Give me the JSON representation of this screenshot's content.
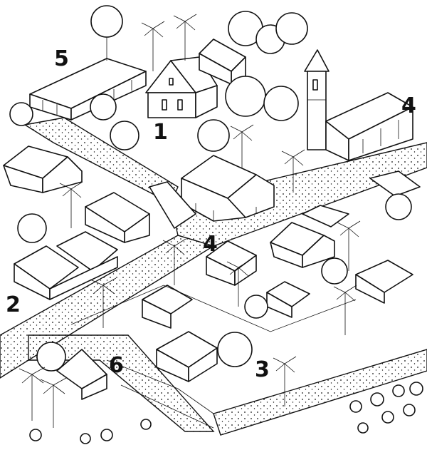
{
  "labels": {
    "l1": "1",
    "l2": "2",
    "l3": "3",
    "l4a": "4",
    "l4b": "4",
    "l5": "5",
    "l6": "6"
  },
  "colors": {
    "ink": "#111111",
    "paper": "#ffffff"
  },
  "icons": {
    "tree": "tree-icon",
    "palm": "palm-tree-icon",
    "house": "house-icon",
    "tower": "church-tower-icon"
  }
}
